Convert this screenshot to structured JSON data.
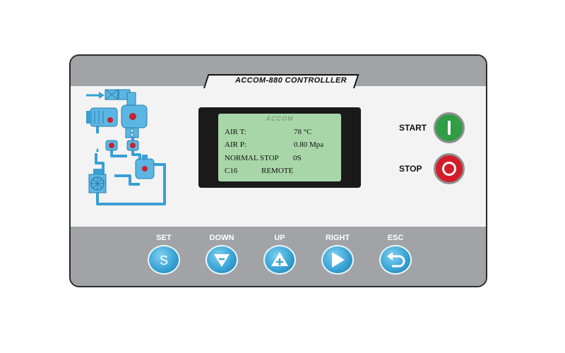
{
  "panel": {
    "title": "ACCOM-880 CONTROLLLER"
  },
  "display": {
    "brand": "ACCOM",
    "rows": [
      {
        "label": "AIR T:",
        "value": "78 °C"
      },
      {
        "label": "AIR P:",
        "value": "0.80 Mpa"
      },
      {
        "label": "NORMAL STOP",
        "value": "0S"
      },
      {
        "label": "C16",
        "value": "REMOTE"
      }
    ],
    "background_color": "#a9d6a9"
  },
  "controls": {
    "start_label": "START",
    "stop_label": "STOP",
    "start_icon": "power-on-icon",
    "stop_icon": "power-off-icon",
    "start_color": "#2f9e45",
    "stop_color": "#d51c2b"
  },
  "keys": [
    {
      "label": "SET",
      "icon": "s-letter-icon"
    },
    {
      "label": "DOWN",
      "icon": "down-triangle-icon"
    },
    {
      "label": "UP",
      "icon": "up-triangle-plus-icon"
    },
    {
      "label": "RIGHT",
      "icon": "right-triangle-icon"
    },
    {
      "label": "ESC",
      "icon": "return-arrow-icon"
    }
  ],
  "colors": {
    "panel_gray": "#a2a3a6",
    "key_blue": "#3aa4d6",
    "schematic_blue": "#3a9fd4"
  }
}
